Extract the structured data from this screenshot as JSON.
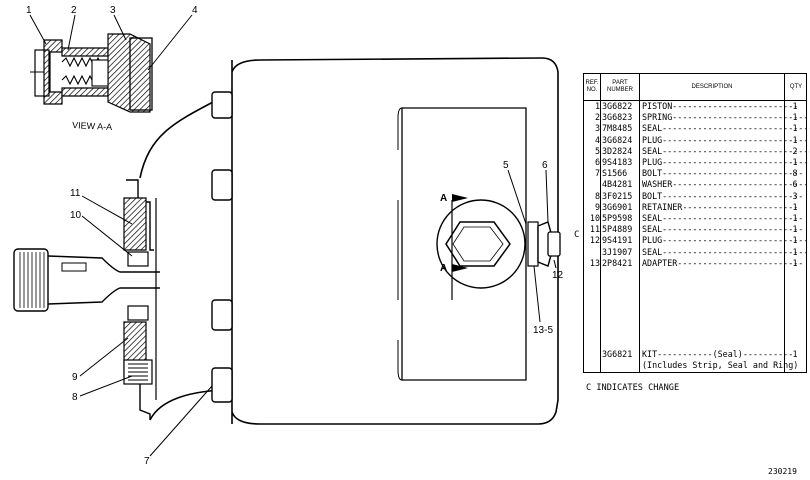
{
  "view_label": "VIEW A-A",
  "section_marks": [
    "A",
    "A"
  ],
  "callouts": {
    "c1": "1",
    "c2": "2",
    "c3": "3",
    "c4": "4",
    "c5": "5",
    "c6": "6",
    "c7": "7",
    "c8": "8",
    "c9": "9",
    "c10": "10",
    "c11": "11",
    "c12": "12",
    "c13_5": "13-5"
  },
  "table": {
    "headers": {
      "ref": "REF. NO.",
      "part": "PART NUMBER",
      "desc": "DESCRIPTION",
      "qty": "QTY"
    },
    "rows": [
      {
        "ref": "1",
        "pn": "3G6822",
        "desc": "PISTON-------------------------",
        "qty": "1"
      },
      {
        "ref": "2",
        "pn": "3G6823",
        "desc": "SPRING---------------------------",
        "qty": "1"
      },
      {
        "ref": "3",
        "pn": "7M8485",
        "desc": "SEAL------------------------------",
        "qty": "1"
      },
      {
        "ref": "4",
        "pn": "3G6824",
        "desc": "PLUG-----------------------------",
        "qty": "1"
      },
      {
        "ref": "5",
        "pn": "3D2824",
        "desc": "SEAL------------------------------",
        "qty": "2"
      },
      {
        "ref": "6",
        "pn": "9S4183",
        "desc": "PLUG-----------------------------",
        "qty": "1"
      },
      {
        "ref": "7",
        "pn": "S1566",
        "desc": "BOLT----------------------------",
        "qty": "8"
      },
      {
        "ref": "",
        "pn": "4B4281",
        "desc": "WASHER---------------------------",
        "qty": "6"
      },
      {
        "ref": "8",
        "pn": "3F0215",
        "desc": "BOLT----------------------------",
        "qty": "3"
      },
      {
        "ref": "9",
        "pn": "3G6901",
        "desc": "RETAINER-----------------------",
        "qty": "1"
      },
      {
        "ref": "10",
        "pn": "5P9598",
        "desc": "SEAL----------------------------",
        "qty": "1"
      },
      {
        "ref": "11",
        "pn": "5P4889",
        "desc": "SEAL----------------------------",
        "qty": "1"
      },
      {
        "ref": "12",
        "pn": "9S4191",
        "desc": "PLUG-----------------------------",
        "qty": "1"
      },
      {
        "ref": "",
        "pn": "3J1907",
        "desc": "SEAL-----------------------------",
        "qty": "1"
      },
      {
        "ref": "13",
        "pn": "2P8421",
        "desc": "ADAPTER-------------------------",
        "qty": "1"
      }
    ],
    "kit": {
      "pn": "3G6821",
      "desc": "KIT-----------(Seal)----------",
      "qty": "1",
      "note": "(Includes Strip, Seal and Ring)"
    }
  },
  "change_mark": "C",
  "changes_note": "C INDICATES CHANGE",
  "drawing_number": "230219"
}
